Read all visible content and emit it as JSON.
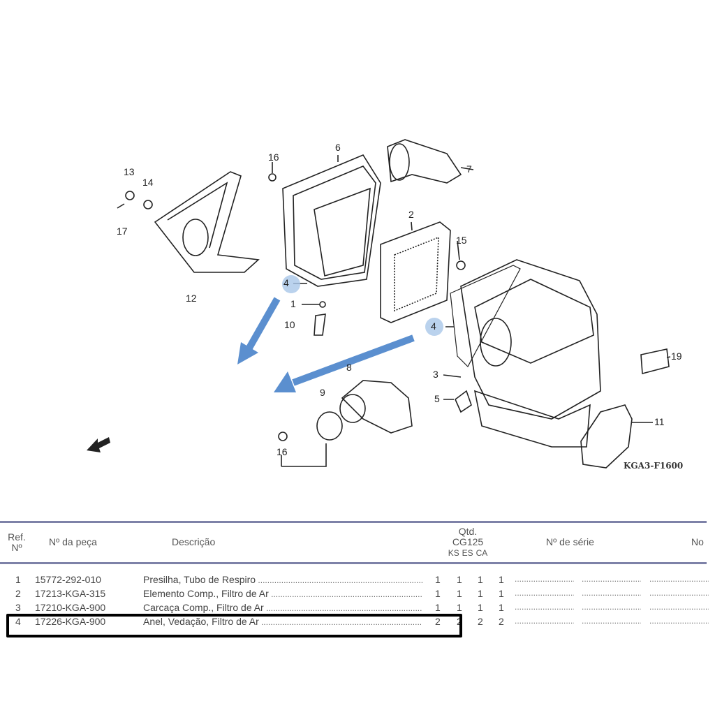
{
  "diagram": {
    "code": "KGA3-F1600",
    "callouts": [
      "16",
      "6",
      "7",
      "13",
      "14",
      "17",
      "12",
      "2",
      "15",
      "4",
      "1",
      "10",
      "4",
      "3",
      "19",
      "5",
      "8",
      "9",
      "11",
      "16"
    ],
    "accent_color": "#5b8fcf"
  },
  "table": {
    "headers": {
      "ref": "Ref.",
      "ref2": "Nº",
      "part": "Nº da peça",
      "desc": "Descrição",
      "qty": "Qtd.",
      "model": "CG125",
      "variants": [
        "KS",
        "ES",
        "CA"
      ],
      "serial": "Nº de série",
      "notes": "No"
    },
    "rows": [
      {
        "ref": "1",
        "part": "15772-292-010",
        "desc": "Presilha, Tubo de Respiro",
        "qty": [
          "1",
          "1",
          "1",
          "1"
        ]
      },
      {
        "ref": "2",
        "part": "17213-KGA-315",
        "desc": "Elemento Comp., Filtro de Ar",
        "qty": [
          "1",
          "1",
          "1",
          "1"
        ]
      },
      {
        "ref": "3",
        "part": "17210-KGA-900",
        "desc": "Carcaça Comp., Filtro de Ar",
        "qty": [
          "1",
          "1",
          "1",
          "1"
        ]
      },
      {
        "ref": "4",
        "part": "17226-KGA-900",
        "desc": "Anel, Vedação, Filtro de Ar",
        "qty": [
          "2",
          "2",
          "2",
          "2"
        ]
      }
    ]
  }
}
